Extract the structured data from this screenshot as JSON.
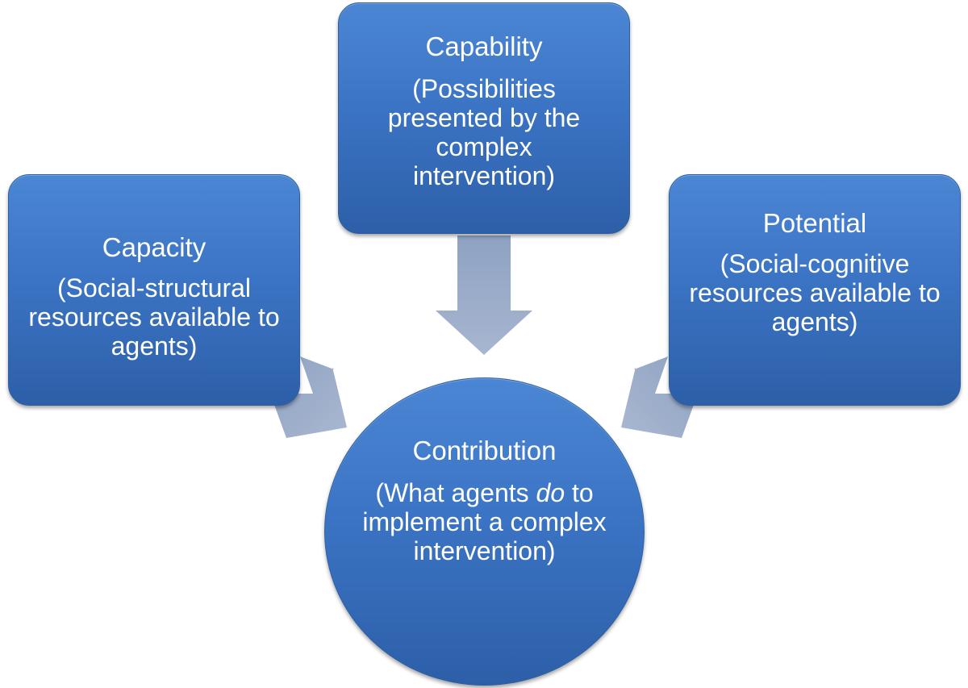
{
  "nodes": {
    "capability": {
      "title": "Capability",
      "description": "(Possibilities presented by the complex intervention)"
    },
    "capacity": {
      "title": "Capacity",
      "description": "(Social-structural resources available to agents)"
    },
    "potential": {
      "title": "Potential",
      "description": "(Social-cognitive resources available to agents)"
    },
    "contribution": {
      "title": "Contribution",
      "description_prefix": "(What agents ",
      "description_emphasis": "do",
      "description_suffix": " to implement a complex intervention)"
    }
  },
  "colors": {
    "node_fill": "#3b74c4",
    "node_border": "#2f5f9f",
    "arrow_fill": "#97a9c7",
    "text": "#ffffff"
  }
}
